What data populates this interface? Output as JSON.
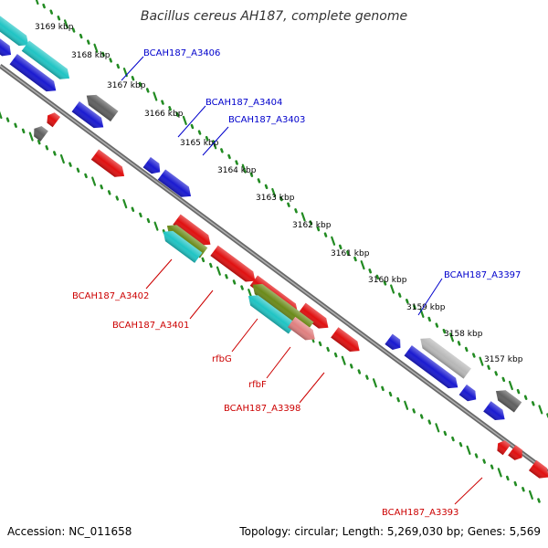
{
  "title": "Bacillus cereus AH187, complete genome",
  "footer": {
    "accession": "Accession: NC_011658",
    "summary": "Topology: circular; Length: 5,269,030 bp; Genes: 5,569"
  },
  "colors": {
    "plus_label": "#0000cc",
    "minus_label": "#cc0000",
    "backbone": "#808080",
    "tick": "#228b22"
  },
  "scale": {
    "ticks": [
      {
        "label": "3169 kbp"
      },
      {
        "label": "3168 kbp"
      },
      {
        "label": "3167 kbp"
      },
      {
        "label": "3166 kbp"
      },
      {
        "label": "3165 kbp"
      },
      {
        "label": "3164 kbp"
      },
      {
        "label": "3163 kbp"
      },
      {
        "label": "3162 kbp"
      },
      {
        "label": "3161 kbp"
      },
      {
        "label": "3160 kbp"
      },
      {
        "label": "3159 kbp"
      },
      {
        "label": "3158 kbp"
      },
      {
        "label": "3157 kbp"
      }
    ]
  },
  "gene_labels": {
    "a3406": "BCAH187_A3406",
    "a3404": "BCAH187_A3404",
    "a3403": "BCAH187_A3403",
    "a3397": "BCAH187_A3397",
    "a3402": "BCAH187_A3402",
    "a3401": "BCAH187_A3401",
    "rfbG": "rfbG",
    "rfbF": "rfbF",
    "a3398": "BCAH187_A3398",
    "a3393": "BCAH187_A3393"
  }
}
